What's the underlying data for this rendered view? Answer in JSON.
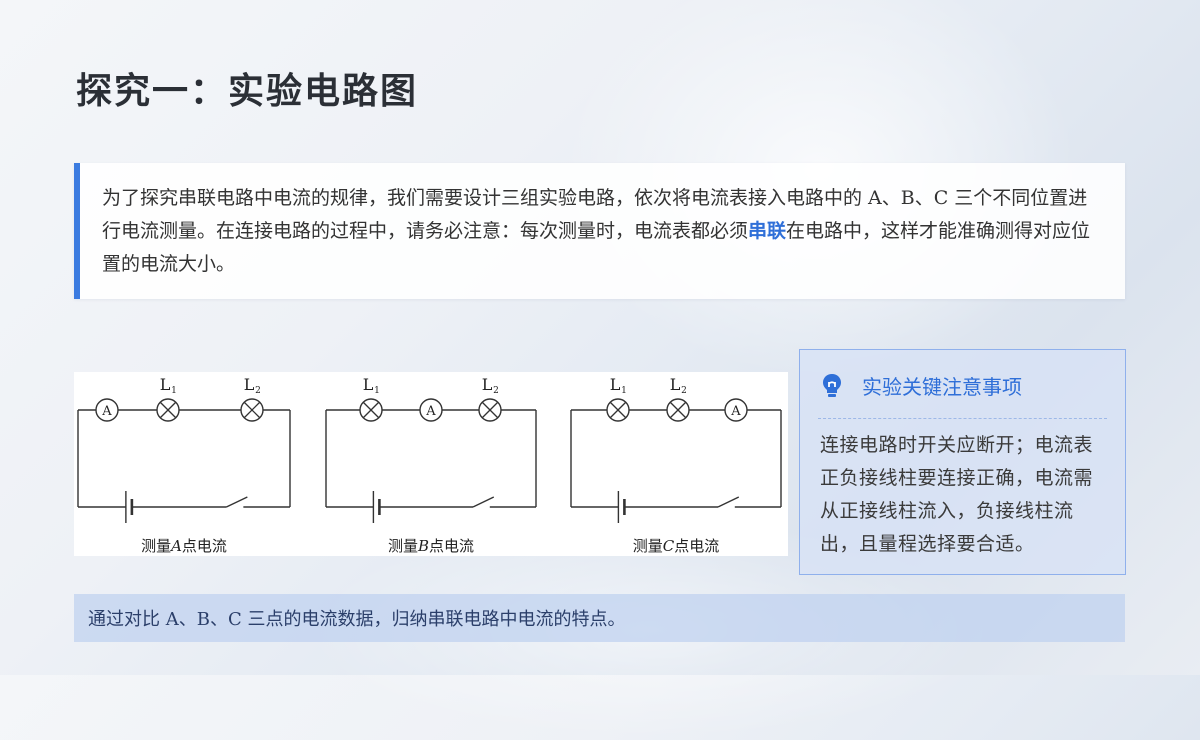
{
  "title": "探究一：实验电路图",
  "intro": {
    "text_before": "为了探究串联电路中电流的规律，我们需要设计三组实验电路，依次将电流表接入电路中的 A、B、C 三个不同位置进行电流测量。在连接电路的过程中，请务必注意：每次测量时，电流表都必须",
    "highlight": "串联",
    "text_after": "在电路中，这样才能准确测得对应位置的电流大小。",
    "accent_color": "#3b7be0"
  },
  "circuits": [
    {
      "components": [
        "A",
        "L1",
        "L2"
      ],
      "caption_pre": "测量",
      "caption_letter": "A",
      "caption_post": "点电流"
    },
    {
      "components": [
        "L1",
        "A",
        "L2"
      ],
      "caption_pre": "测量",
      "caption_letter": "B",
      "caption_post": "点电流"
    },
    {
      "components": [
        "L1",
        "L2",
        "A"
      ],
      "caption_pre": "测量",
      "caption_letter": "C",
      "caption_post": "点电流"
    }
  ],
  "labels": {
    "ammeter": "A",
    "lamp1_main": "L",
    "lamp1_sub": "1",
    "lamp2_main": "L",
    "lamp2_sub": "2"
  },
  "note": {
    "icon": "lightbulb-icon",
    "title": "实验关键注意事项",
    "body": "连接电路时开关应断开；电流表正负接线柱要连接正确，电流需从正接线柱流入，负接线柱流出，且量程选择要合适。"
  },
  "summary": "通过对比 A、B、C 三点的电流数据，归纳串联电路中电流的特点。"
}
